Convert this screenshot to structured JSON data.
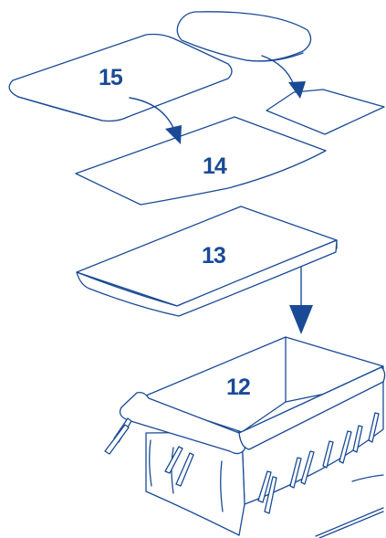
{
  "diagram": {
    "labels": {
      "part_15": "15",
      "part_14": "14",
      "part_13": "13",
      "part_12": "12"
    },
    "colors": {
      "line": "#1a4a96",
      "fill": "#ffffff",
      "background": "#ffffff"
    }
  }
}
